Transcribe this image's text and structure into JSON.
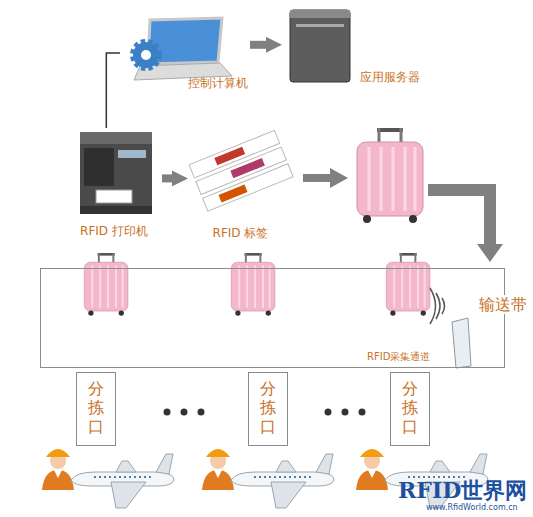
{
  "diagram": {
    "nodes": [
      {
        "text": [
          "控制计算机"
        ]
      },
      {
        "text": [
          "应用服务器"
        ]
      },
      {
        "text": [
          "RFID 打印机"
        ]
      },
      {
        "text": [
          "RFID 标签"
        ]
      },
      {
        "text": [
          "输送带"
        ]
      },
      {
        "text": [
          "RFID采集通道"
        ],
        "in": 4
      },
      {
        "text": [
          "分拣口"
        ]
      },
      {
        "text": [
          "分拣口"
        ]
      },
      {
        "text": [
          "分拣口"
        ]
      }
    ],
    "edges": [
      {
        "from": 0,
        "to": 1,
        "arrow": "to"
      },
      {
        "from": 0,
        "to": 2,
        "arrow": "none"
      },
      {
        "from": 2,
        "to": 3,
        "arrow": "to"
      }
    ],
    "labels": [
      "RFID世界网",
      "www.RfidWorld.com.cn"
    ]
  }
}
